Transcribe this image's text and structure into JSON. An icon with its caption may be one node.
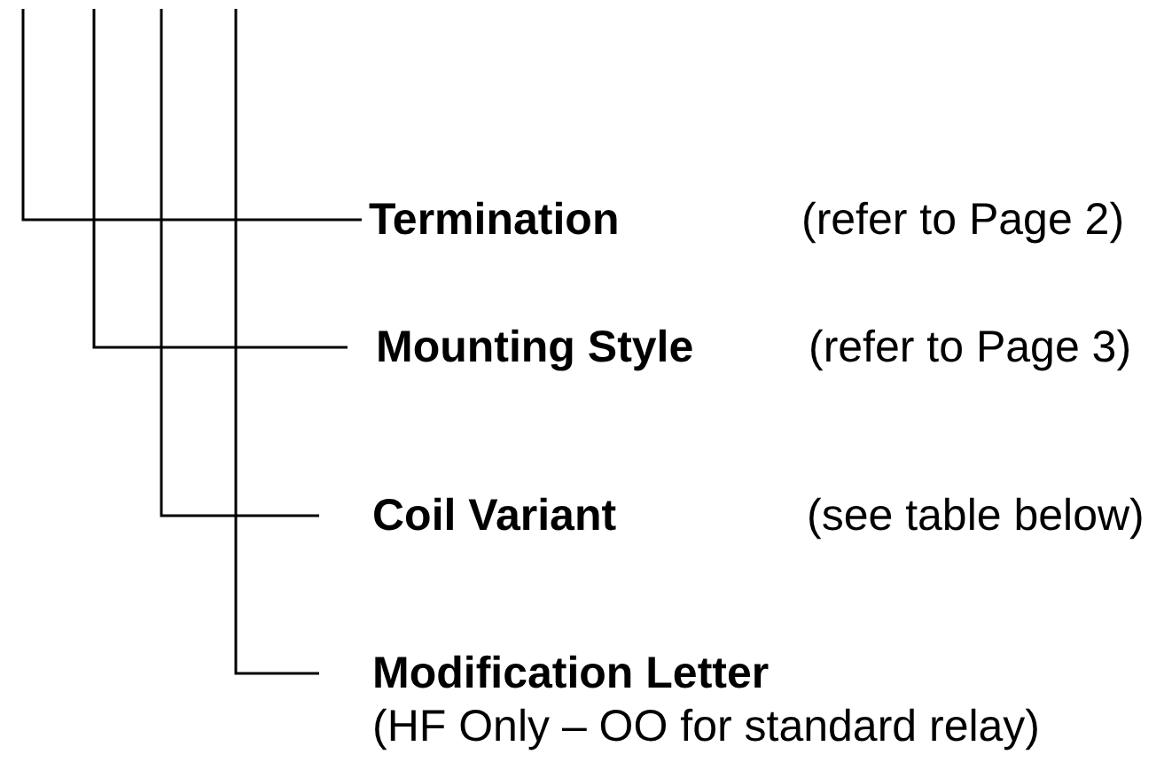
{
  "diagram": {
    "nodes": [
      {
        "text": [
          "Termination"
        ]
      },
      {
        "text": [
          "Mounting Style"
        ]
      },
      {
        "text": [
          "Coil Variant"
        ]
      },
      {
        "text": [
          "Modification Letter",
          "(HF Only – OO for standard relay)"
        ]
      }
    ],
    "edges": [
      {
        "from": null,
        "to": 0,
        "arrow": "none"
      },
      {
        "from": null,
        "to": 1,
        "arrow": "none"
      },
      {
        "from": null,
        "to": 2,
        "arrow": "none"
      },
      {
        "from": null,
        "to": 3,
        "arrow": "none"
      }
    ],
    "labels": [
      "(refer to Page 2)",
      "(refer to Page 3)",
      "(see table below)"
    ]
  }
}
